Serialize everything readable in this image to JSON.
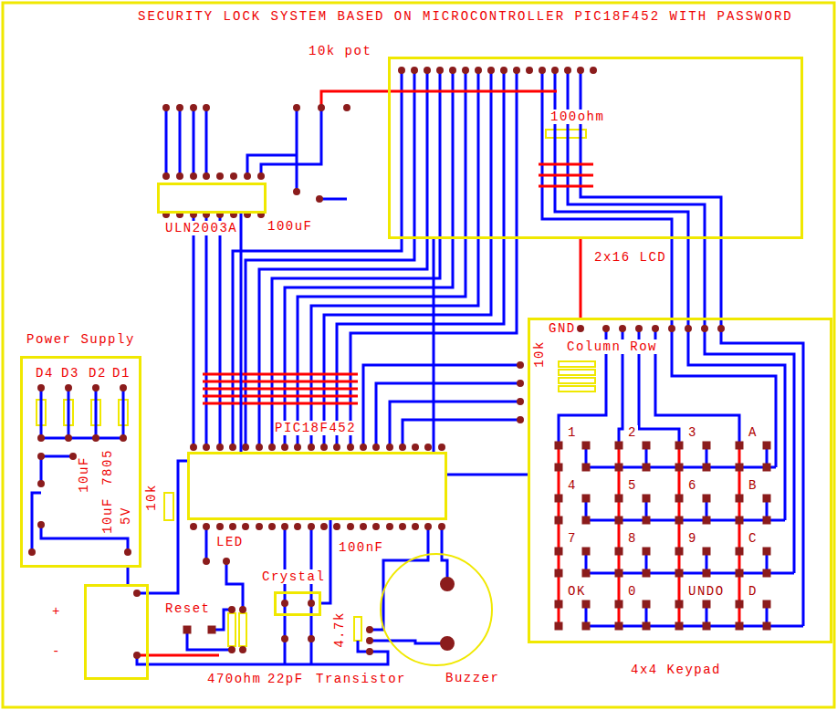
{
  "diagram": {
    "title": "SECURITY LOCK SYSTEM BASED ON MICROCONTROLLER PIC18F452 WITH PASSWORD",
    "nodes": [
      {
        "text": [
          "Power Supply"
        ]
      },
      {
        "text": [
          "+",
          "-"
        ]
      },
      {
        "text": [
          "ULN2003A"
        ]
      },
      {
        "text": [
          "2x16 LCD"
        ]
      },
      {
        "text": [
          "PIC18F452"
        ]
      },
      {
        "text": [
          "4x4 Keypad"
        ]
      },
      {
        "text": [
          "Crystal"
        ]
      },
      {
        "text": [
          "Buzzer"
        ]
      }
    ],
    "edges": [
      {
        "from": 4,
        "to": 3,
        "arrow": "none"
      },
      {
        "from": 4,
        "to": 5,
        "arrow": "none"
      },
      {
        "from": 4,
        "to": 2,
        "arrow": "none"
      },
      {
        "from": 3,
        "to": 5,
        "arrow": "none"
      },
      {
        "from": 4,
        "to": 6,
        "arrow": "none"
      },
      {
        "from": 1,
        "to": 0,
        "arrow": "none"
      }
    ],
    "labels": [
      "10k pot",
      "100uF",
      "100ohm",
      "GND",
      "Column Row",
      "10k",
      "D4",
      "D3",
      "D2",
      "D1",
      "7805",
      "10uF",
      "10uF",
      "5V",
      "1",
      "2",
      "3",
      "A",
      "4",
      "5",
      "6",
      "B",
      "7",
      "8",
      "9",
      "C",
      "OK",
      "0",
      "UNDO",
      "D",
      "10k",
      "LED",
      "100nF",
      "Reset",
      "470ohm",
      "22pF",
      "Transistor",
      "4.7k"
    ]
  }
}
